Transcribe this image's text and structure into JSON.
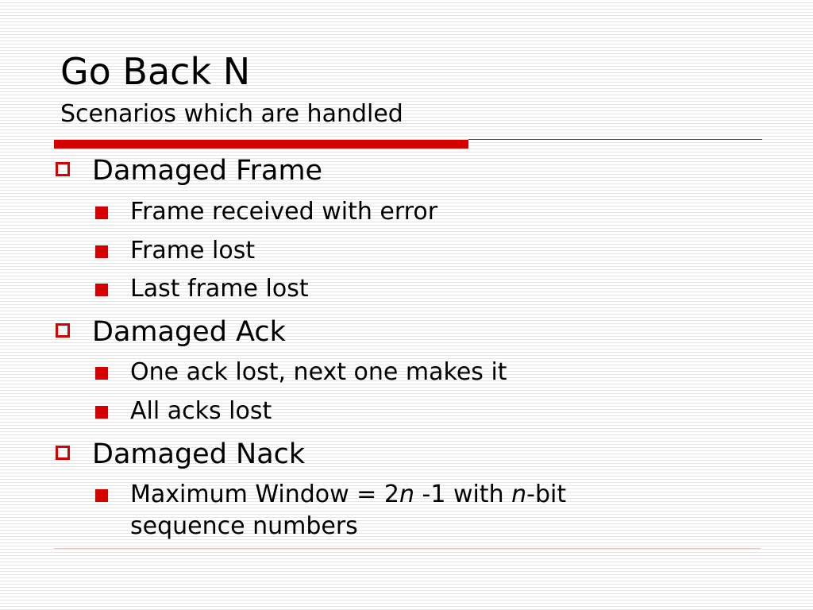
{
  "slide": {
    "title": "Go Back N",
    "subtitle": "Scenarios which are handled",
    "accent_color": "#d40000",
    "sections": [
      {
        "label": "Damaged Frame",
        "items": [
          "Frame received with error",
          "Frame lost",
          "Last frame lost"
        ]
      },
      {
        "label": "Damaged Ack",
        "items": [
          "One ack lost, next one makes it",
          "All acks lost"
        ]
      },
      {
        "label": "Damaged Nack",
        "items": [
          {
            "prefix": "Maximum Window = 2",
            "var1": "n",
            "middle": " -1 with ",
            "var2": "n",
            "suffix": "-bit",
            "line2": "sequence numbers"
          }
        ]
      }
    ]
  }
}
